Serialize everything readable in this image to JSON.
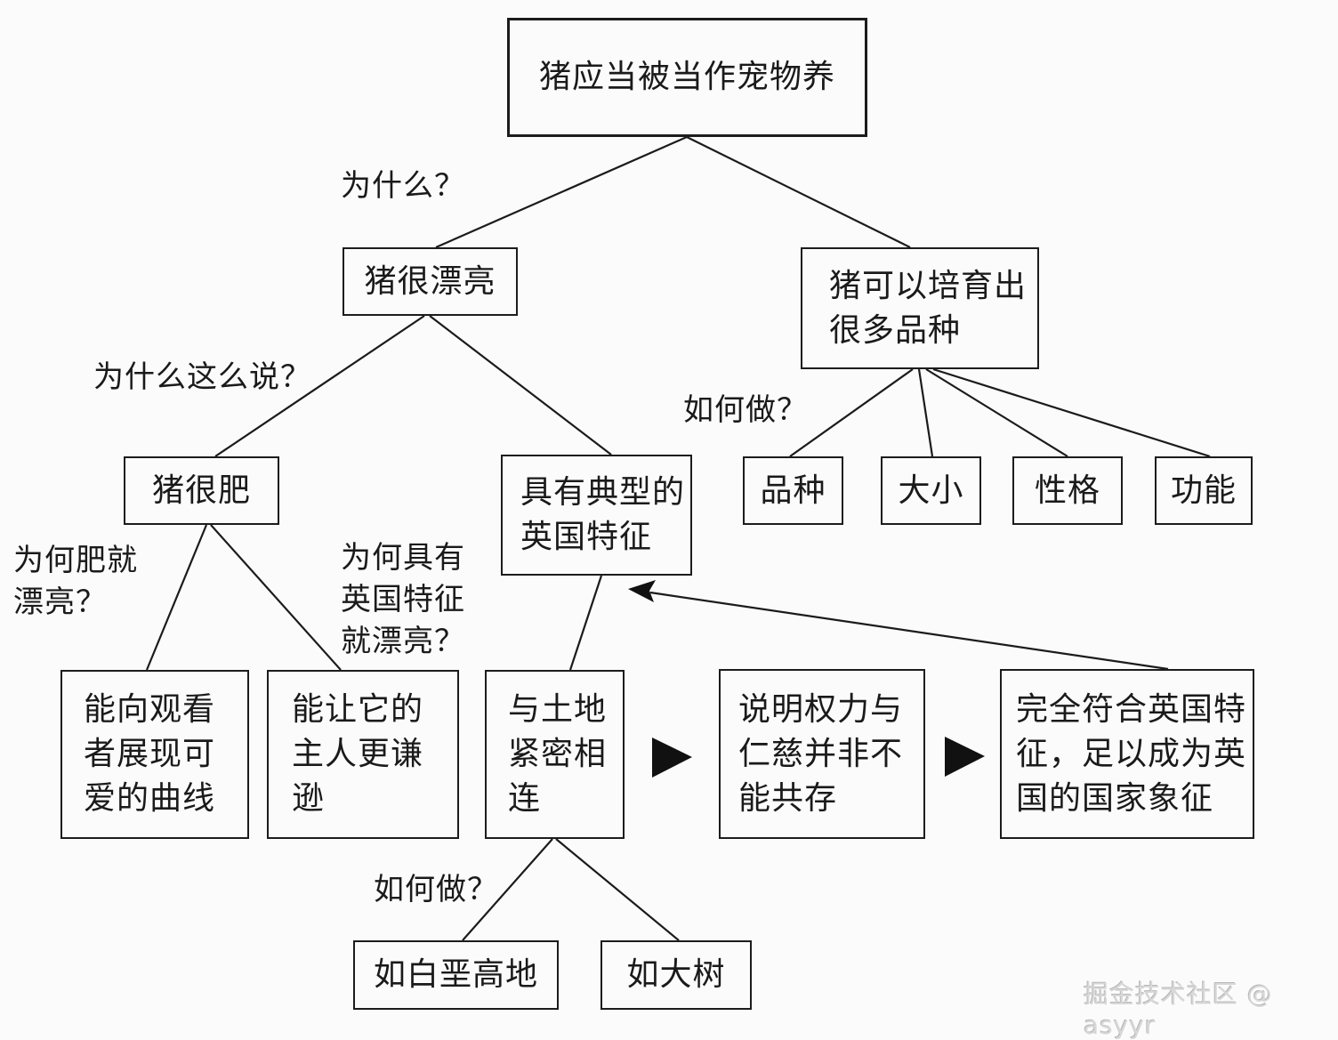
{
  "diagram": {
    "nodes": {
      "root": {
        "text": "猪应当被当作宠物养"
      },
      "pretty": {
        "text": "猪很漂亮"
      },
      "breeds": {
        "text": "猪可以培育出\n很多品种"
      },
      "fat": {
        "text": "猪很肥"
      },
      "english": {
        "text": "具有典型的\n英国特征"
      },
      "kind": {
        "text": "品种"
      },
      "size": {
        "text": "大小"
      },
      "personality": {
        "text": "性格"
      },
      "function": {
        "text": "功能"
      },
      "curves": {
        "text": "能向观看\n者展现可\n爱的曲线"
      },
      "humble": {
        "text": "能让它的\n主人更谦\n逊"
      },
      "land": {
        "text": "与土地\n紧密相\n连"
      },
      "power": {
        "text": "说明权力与\n仁慈并非不\n能共存"
      },
      "full_english": {
        "text": "完全符合英国特\n征，足以成为英\n国的国家象征"
      },
      "chalk": {
        "text": "如白垩高地"
      },
      "tree": {
        "text": "如大树"
      }
    },
    "labels": {
      "why": "为什么？",
      "why_say": "为什么这么说？",
      "how_breed": "如何做？",
      "why_fat": "为何肥就\n漂亮？",
      "why_english": "为何具有\n英国特征\n就漂亮？",
      "how_land": "如何做？"
    },
    "colors": {
      "line": "#1b1b1b",
      "background": "#fbfbfb",
      "text": "#1a1a1a",
      "watermark": "#d8d8d8"
    }
  },
  "watermark": "掘金技术社区 @ asyyr"
}
